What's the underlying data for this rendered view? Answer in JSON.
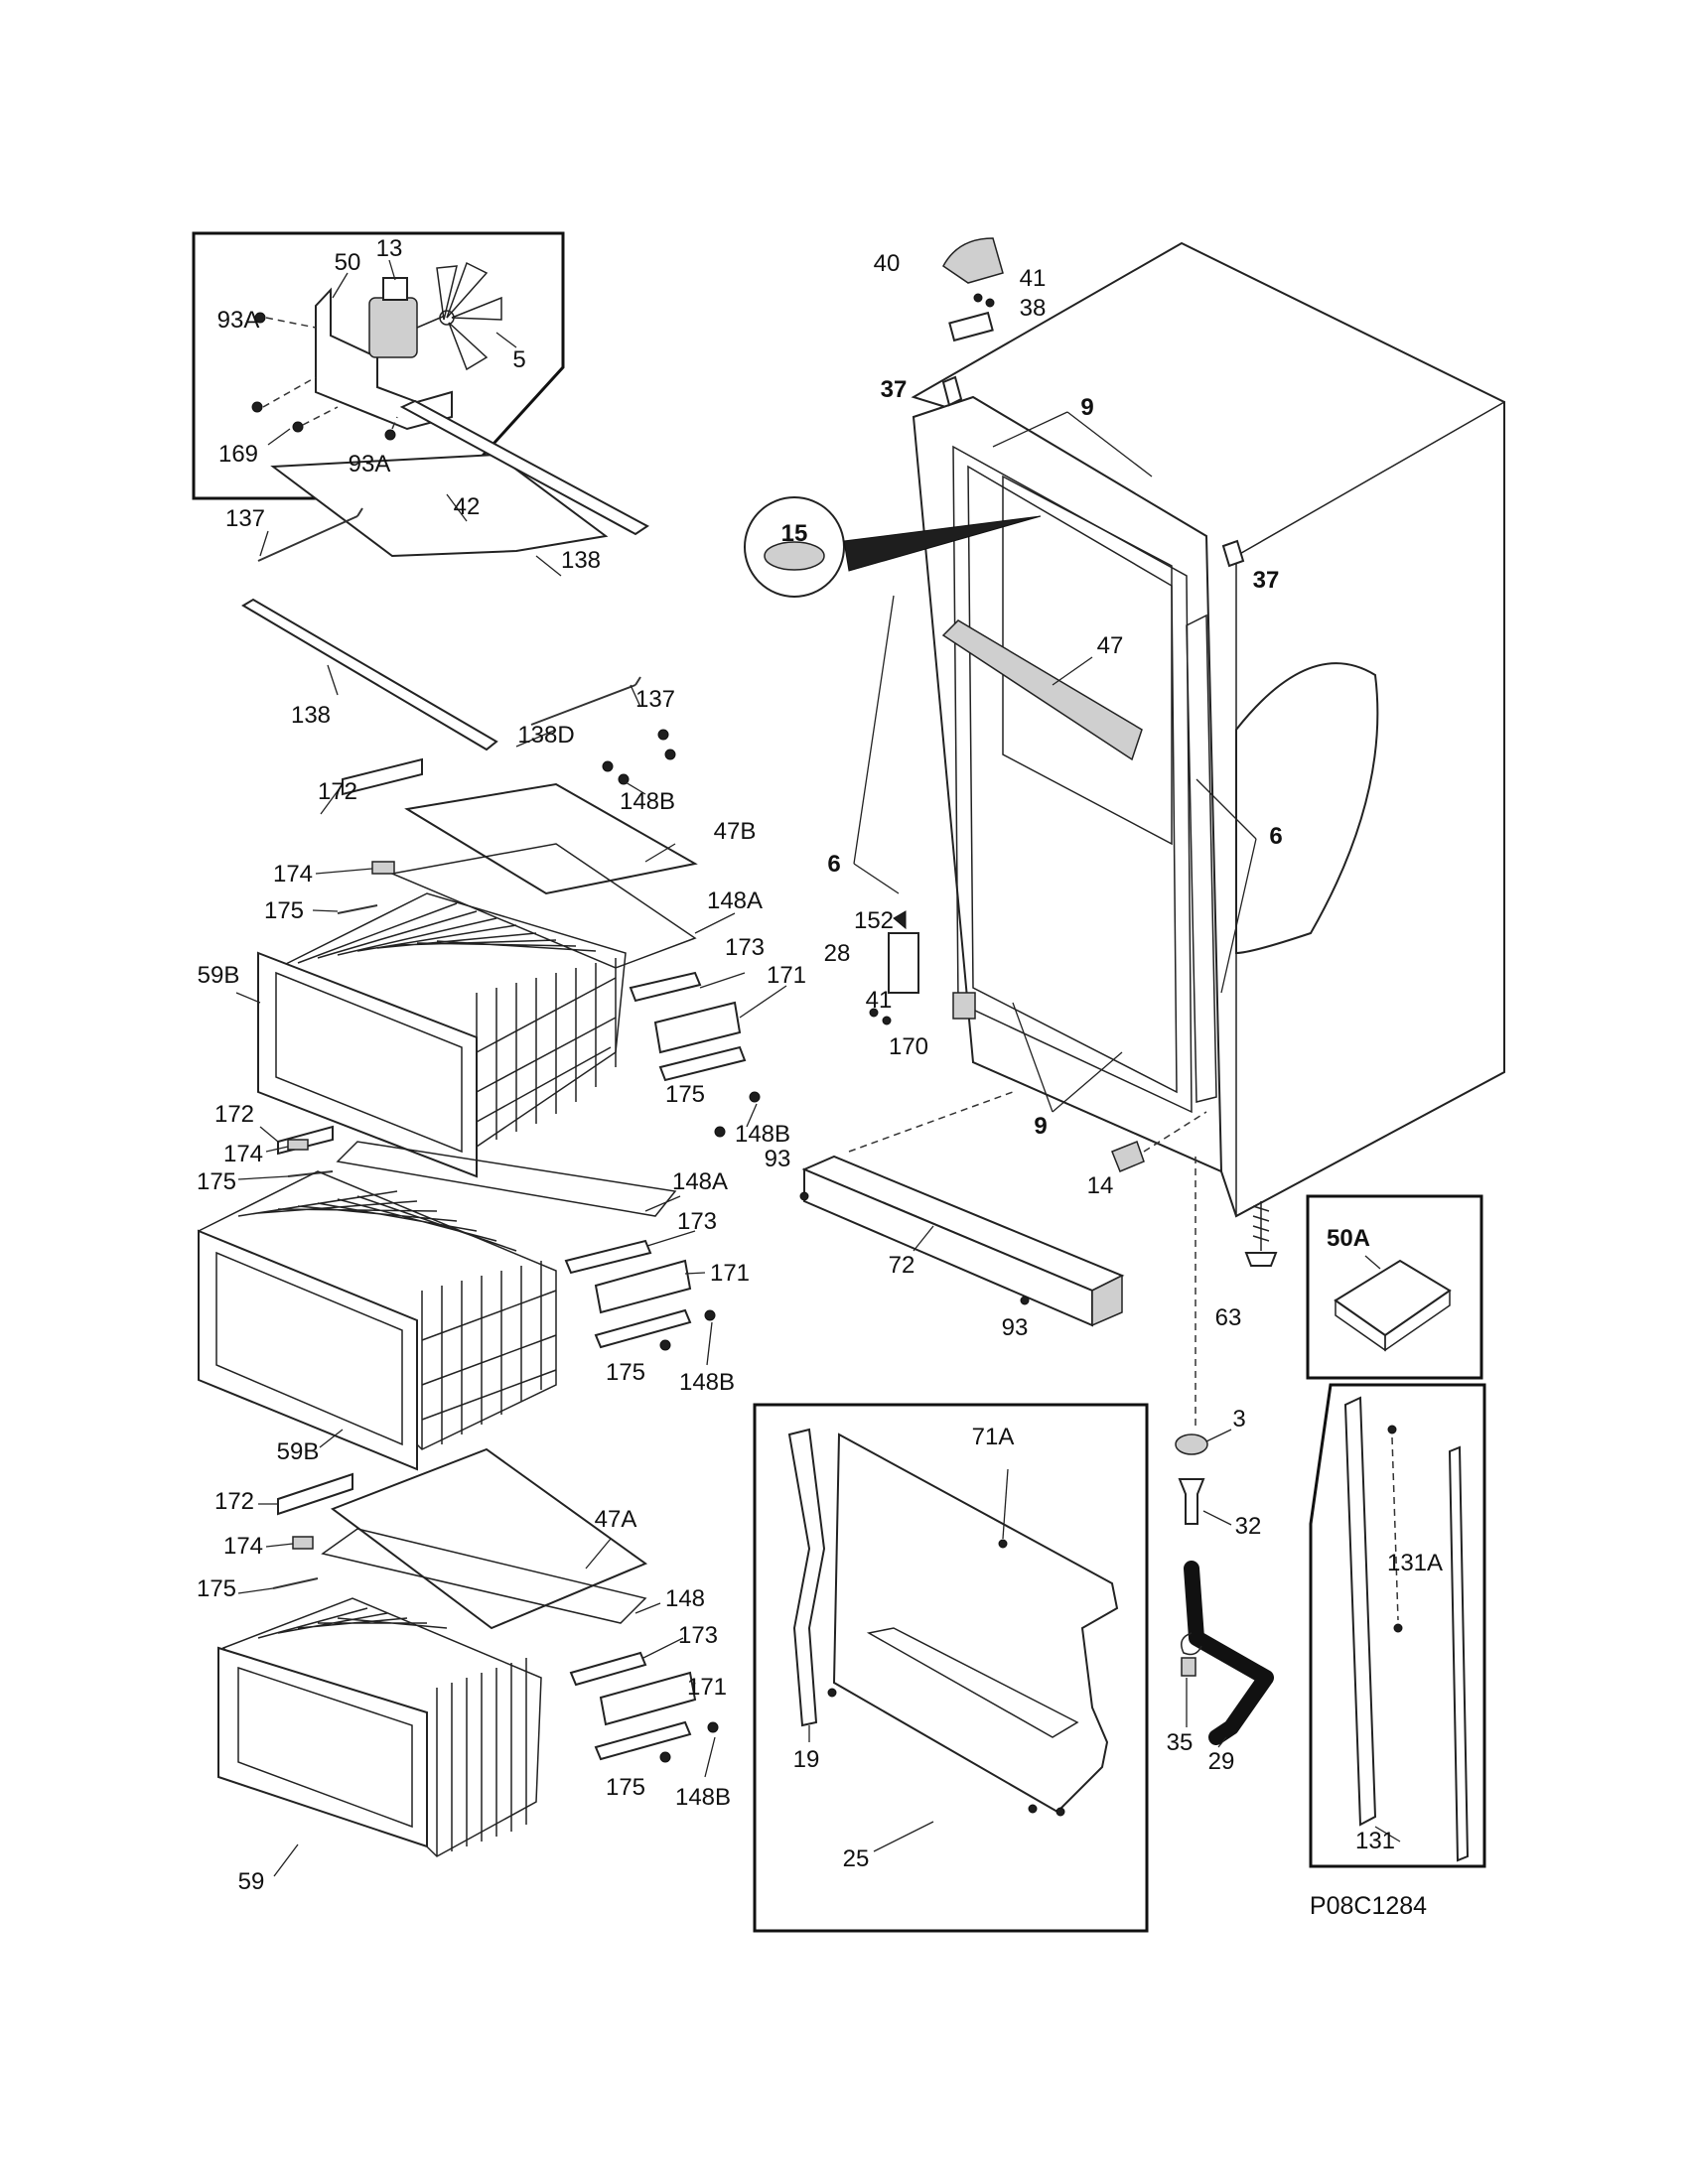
{
  "diagram": {
    "labels": {
      "p50": "50",
      "p13": "13",
      "p93A_top": "93A",
      "p5": "5",
      "p169": "169",
      "p93A_bot": "93A",
      "p137_top": "137",
      "p42": "42",
      "p138_top": "138",
      "p138_left": "138",
      "p137_right": "137",
      "p138D": "138D",
      "p148B_1": "148B",
      "p172_1": "172",
      "p47B": "47B",
      "p174_1": "174",
      "p175_1": "175",
      "p148A_1": "148A",
      "p59B_1": "59B",
      "p173_1": "173",
      "p171_1": "171",
      "p175_2": "175",
      "p148B_2": "148B",
      "p172_2": "172",
      "p174_2": "174",
      "p175_3": "175",
      "p148A_2": "148A",
      "p173_2": "173",
      "p171_2": "171",
      "p175_4": "175",
      "p148B_3": "148B",
      "p59B_2": "59B",
      "p172_3": "172",
      "p47A": "47A",
      "p174_3": "174",
      "p175_5": "175",
      "p148": "148",
      "p173_3": "173",
      "p171_3": "171",
      "p175_6": "175",
      "p148B_4": "148B",
      "p59": "59",
      "p40": "40",
      "p41_top": "41",
      "p38": "38",
      "p37_top": "37",
      "p9_top": "9",
      "p15": "15",
      "p37_right": "37",
      "p47": "47",
      "p6_left": "6",
      "p6_right": "6",
      "p152": "152",
      "p28": "28",
      "p41_mid": "41",
      "p170": "170",
      "p9_bot": "9",
      "p93_left": "93",
      "p14": "14",
      "p72": "72",
      "p93_bot": "93",
      "p63": "63",
      "p50A": "50A",
      "p71A": "71A",
      "p19": "19",
      "p25": "25",
      "p3": "3",
      "p32": "32",
      "p35": "35",
      "p29": "29",
      "p131A": "131A",
      "p131": "131"
    },
    "drawing_code": "P08C1284"
  }
}
